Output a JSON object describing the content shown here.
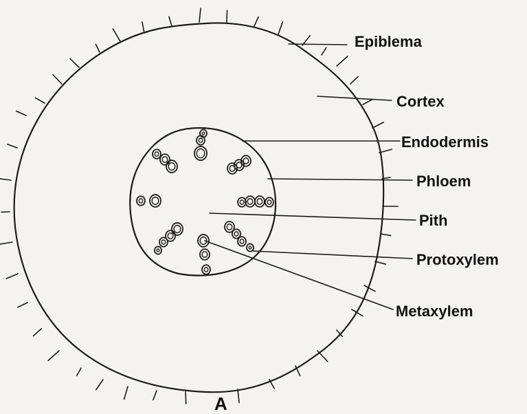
{
  "diagram": {
    "figure_label": "A",
    "labels": {
      "epiblema": "Epiblema",
      "cortex": "Cortex",
      "endodermis": "Endodermis",
      "phloem": "Phloem",
      "pith": "Pith",
      "protoxylem": "Protoxylem",
      "metaxylem": "Metaxylem"
    },
    "colors": {
      "ink": "#1a1a1a",
      "paper": "#f4f3f1"
    }
  }
}
